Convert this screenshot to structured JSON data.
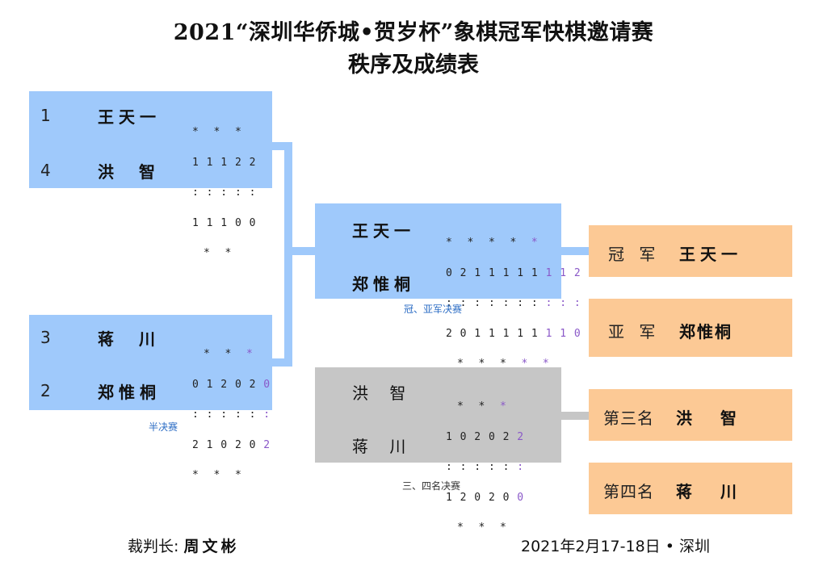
{
  "title_line1": "2021“深圳华侨城•贺岁杯”象棋冠军快棋邀请赛",
  "title_line2": "秩序及成绩表",
  "semifinal_1": {
    "p1": {
      "seed": "1",
      "name": "王天一"
    },
    "p2": {
      "seed": "4",
      "name": "洪 智"
    },
    "stars_top": "*  *  *",
    "row1": "1 1 1 2 2",
    "colons": ": : : : :",
    "row2": "1 1 1 0 0",
    "stars_bottom": "*  *"
  },
  "semifinal_2": {
    "p1": {
      "seed": "3",
      "name": "蒋 川"
    },
    "p2": {
      "seed": "2",
      "name": "郑惟桐"
    },
    "stars_top": "*  *  ",
    "stars_top_p": "*",
    "row1": "0 1 2 0 2 ",
    "row1_p": "0",
    "colons": ": : : : : ",
    "colons_p": ":",
    "row2": "2 1 0 2 0 ",
    "row2_p": "2",
    "stars_bottom": "*  *  *"
  },
  "semifinal_caption": "半决赛",
  "final": {
    "p1": {
      "name": "王天一"
    },
    "p2": {
      "name": "郑惟桐"
    },
    "stars_top": "*  *  *  *  ",
    "stars_top_p": "*",
    "row1": "0 2 1 1 1 1 1 ",
    "row1_p": "1 1 2",
    "colons": ": : : : : : : ",
    "colons_p": ": : :",
    "row2": "2 0 1 1 1 1 1 ",
    "row2_p": "1 1 0",
    "stars_bottom": "*  *  *  ",
    "stars_bottom_p": "*  *",
    "caption": "冠、亚军决赛"
  },
  "third_place": {
    "p1": {
      "name": "洪 智"
    },
    "p2": {
      "name": "蒋 川"
    },
    "stars_top": "*  *  ",
    "stars_top_p": "*",
    "row1": "1 0 2 0 2 ",
    "row1_p": "2",
    "colons": ": : : : : ",
    "colons_p": ":",
    "row2": "1 2 0 2 0 ",
    "row2_p": "0",
    "stars_bottom": "*  *  *",
    "caption": "三、四名决赛"
  },
  "results": [
    {
      "label": "冠 军",
      "name": "王天一"
    },
    {
      "label": "亚 军",
      "name": "郑惟桐"
    },
    {
      "label": "第三名",
      "name": "洪 智"
    },
    {
      "label": "第四名",
      "name": "蒋 川"
    }
  ],
  "footer": {
    "referee_label": "裁判长:",
    "referee_name": "周文彬",
    "date_place": "2021年2月17-18日 • 深圳"
  },
  "colors": {
    "bracket_blue": "#9fc9fb",
    "bracket_gray": "#c6c6c6",
    "result_orange": "#fcc995",
    "highlight_purple": "#8a58c8"
  }
}
